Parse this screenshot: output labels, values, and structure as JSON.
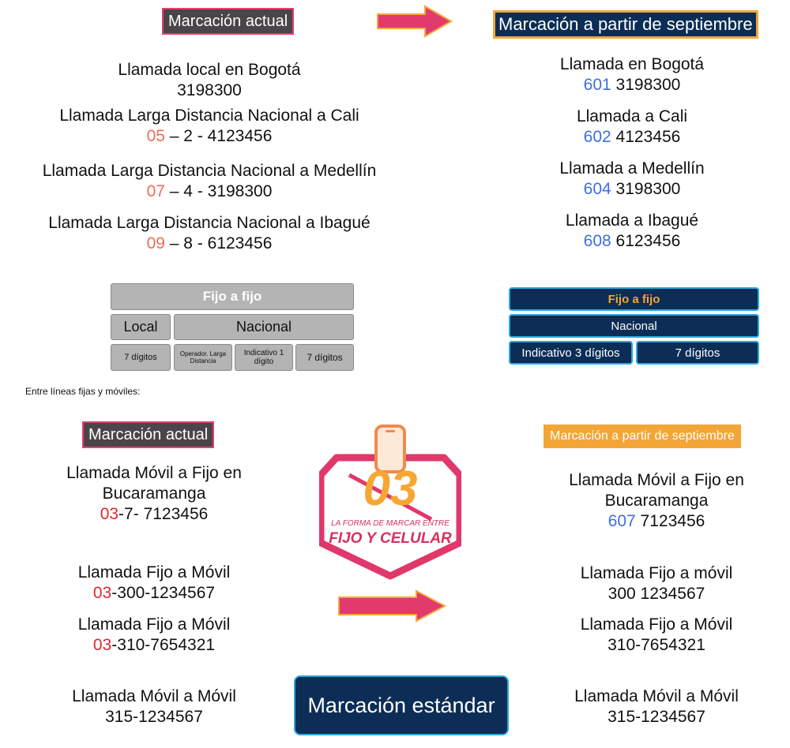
{
  "top": {
    "current_header": "Marcación actual",
    "new_header": "Marcación a partir de septiembre",
    "current": [
      {
        "title": "Llamada local en Bogotá",
        "prefix": "",
        "number": "3198300"
      },
      {
        "title": "Llamada Larga Distancia Nacional  a Cali",
        "prefix": "05",
        "number": " – 2 - 4123456"
      },
      {
        "title": "Llamada Larga Distancia Nacional  a Medellín",
        "prefix": "07",
        "number": " – 4 - 3198300"
      },
      {
        "title": "Llamada Larga Distancia Nacional  a Ibagué",
        "prefix": "09",
        "number": " – 8 - 6123456"
      }
    ],
    "new": [
      {
        "title": "Llamada en Bogotá",
        "prefix": "601",
        "number": " 3198300"
      },
      {
        "title": "Llamada a Cali",
        "prefix": "602",
        "number": " 4123456"
      },
      {
        "title": "Llamada a Medellín",
        "prefix": "604",
        "number": " 3198300"
      },
      {
        "title": "Llamada a Ibagué",
        "prefix": "608",
        "number": " 6123456"
      }
    ]
  },
  "gray_table": {
    "title": "Fijo a fijo",
    "local": "Local",
    "nacional": "Nacional",
    "c1": "7 dígitos",
    "c2": "Operador. Larga Distancia",
    "c3": "Indicativo 1 dígito",
    "c4": "7 dígitos"
  },
  "navy_table": {
    "title": "Fijo a fijo",
    "nacional": "Nacional",
    "c1": "Indicativo 3 dígitos",
    "c2": "7 dígitos"
  },
  "section_label": "Entre líneas fijas y móviles:",
  "bottom": {
    "current_header": "Marcación actual",
    "new_header": "Marcación a partir de septiembre",
    "current": [
      {
        "title1": "Llamada Móvil a Fijo en",
        "title2": "Bucaramanga",
        "prefix": "03",
        "number": "-7- 7123456"
      },
      {
        "title1": "Llamada Fijo a Móvil",
        "prefix": "03",
        "number": "-300-1234567"
      },
      {
        "title1": "Llamada Fijo a Móvil",
        "prefix": "03",
        "number": "-310-7654321"
      },
      {
        "title1": "Llamada Móvil a Móvil",
        "prefix": "",
        "number": "315-1234567"
      }
    ],
    "new": [
      {
        "title1": "Llamada Móvil a Fijo en",
        "title2": "Bucaramanga",
        "prefix": "607",
        "number": " 7123456"
      },
      {
        "title1": "Llamada Fijo a móvil",
        "prefix": "",
        "number": "300 1234567"
      },
      {
        "title1": "Llamada Fijo a Móvil",
        "prefix": "",
        "number": "310-7654321"
      },
      {
        "title1": "Llamada Móvil a Móvil",
        "prefix": "",
        "number": "315-1234567"
      }
    ],
    "standard_button": "Marcación estándar"
  },
  "logo": {
    "big": "03",
    "line1": "LA FORMA DE MARCAR ENTRE",
    "line2": "FIJO Y CELULAR"
  },
  "colors": {
    "navy": "#0c2d55",
    "orange": "#f4a537",
    "pink_arrow": "#e23a6d",
    "blue_prefix": "#3d6fe0",
    "salmon_prefix": "#f26b5b"
  }
}
